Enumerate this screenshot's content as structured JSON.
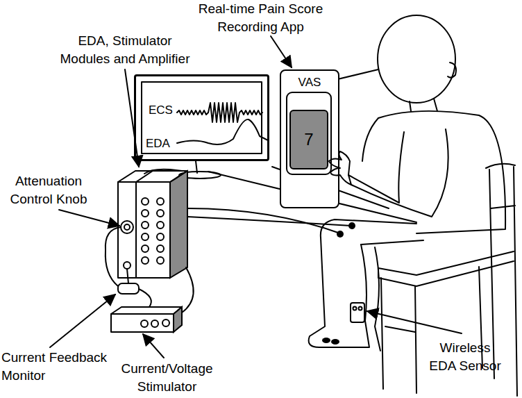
{
  "diagram": {
    "nodes": [
      {
        "text": [
          "ECS",
          "EDA"
        ]
      },
      {
        "text": [
          "VAS"
        ]
      },
      {
        "text": [
          "7"
        ],
        "in": 1
      }
    ],
    "labels": [
      "Real-time Pain Score Recording App",
      "EDA, Stimulator Modules and Amplifier",
      "Attenuation Control Knob",
      "Current Feedback Monitor",
      "Current/Voltage Stimulator",
      "Wireless EDA Sensor"
    ]
  }
}
